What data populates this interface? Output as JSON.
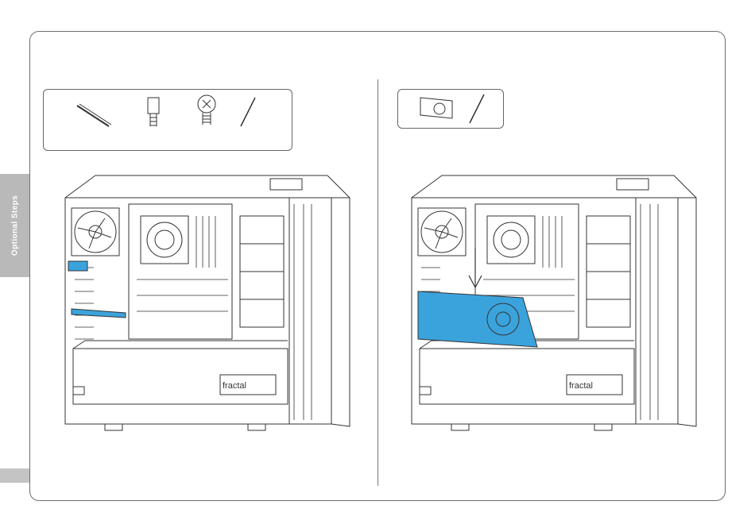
{
  "side_tab": {
    "label": "Optional Steps"
  },
  "left_panel": {
    "tools": [
      {
        "icon": "riser-cable-icon"
      },
      {
        "icon": "standoff-icon"
      },
      {
        "icon": "screw-icon"
      },
      {
        "icon": "screwdriver-icon"
      }
    ],
    "case_brand": "fractal",
    "highlight": "riser-cable"
  },
  "right_panel": {
    "tools": [
      {
        "icon": "graphics-card-icon"
      },
      {
        "icon": "screwdriver-icon"
      }
    ],
    "case_brand": "fractal",
    "highlight": "graphics-card"
  },
  "colors": {
    "highlight": "#3ba3dc",
    "outline": "#6e6e6e",
    "line": "#333333",
    "tab": "#b9b9b9"
  }
}
